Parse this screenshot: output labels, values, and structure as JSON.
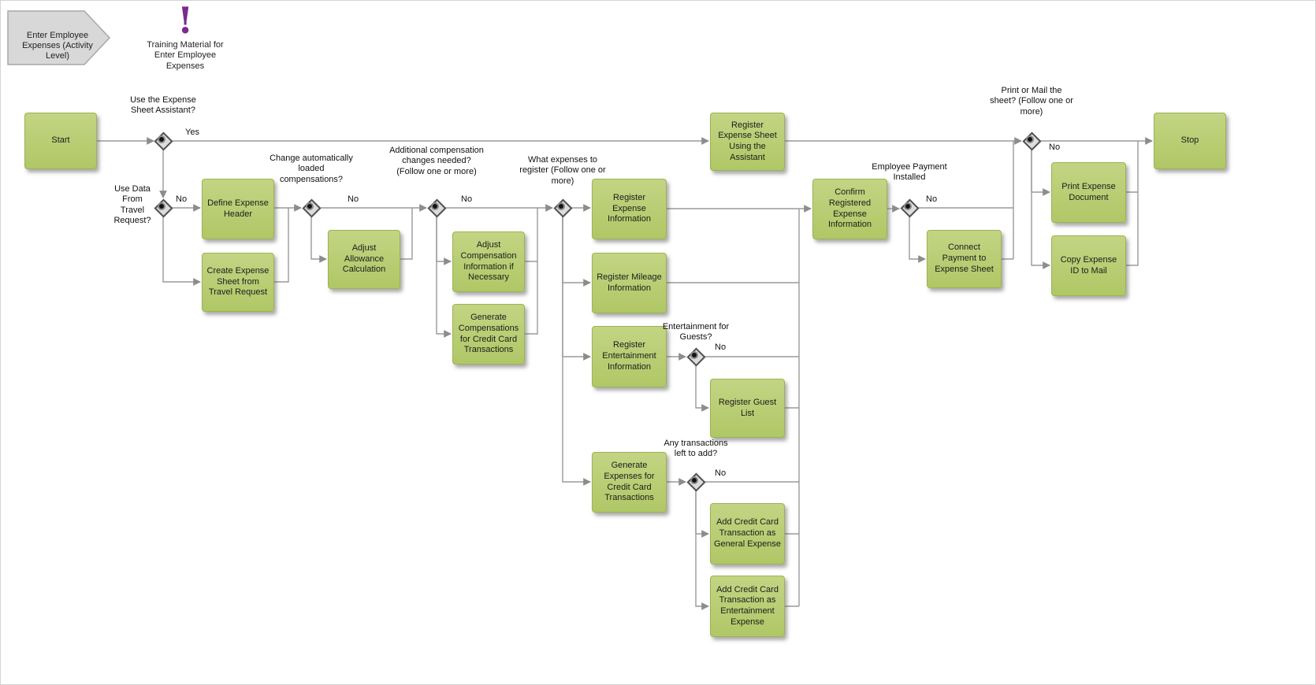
{
  "title_banner": {
    "text": "Enter Employee Expenses (Activity Level)"
  },
  "training": {
    "icon": "!",
    "label": "Training Material for Enter Employee Expenses"
  },
  "colors": {
    "node_fill": "#b6cd70",
    "node_border": "#9cb353",
    "connector": "#9a9a9a",
    "gateway_border": "#4f4f4f",
    "training_accent": "#7c2a8d",
    "banner_fill": "#d8d8d8"
  },
  "nodes": {
    "start": "Start",
    "define_expense_header": "Define Expense Header",
    "create_expense_sheet": "Create Expense Sheet from Travel Request",
    "adjust_allowance": "Adjust Allowance Calculation",
    "adjust_compensation": "Adjust Compensation Information if Necessary",
    "generate_compensations": "Generate Compensations for Credit Card Transactions",
    "register_sheet_assistant": "Register Expense Sheet Using the Assistant",
    "register_expense_info": "Register Expense Information",
    "register_mileage": "Register Mileage Information",
    "register_entertainment": "Register Entertainment Information",
    "register_guest_list": "Register Guest List",
    "generate_expenses_cc": "Generate Expenses for Credit Card Transactions",
    "add_cc_general": "Add Credit Card Transaction as General Expense",
    "add_cc_entertainment": "Add Credit Card Transaction as Entertainment Expense",
    "confirm_registered": "Confirm Registered Expense Information",
    "connect_payment": "Connect Payment to Expense Sheet",
    "print_expense_document": "Print Expense Document",
    "copy_expense_id": "Copy Expense ID to Mail",
    "stop": "Stop"
  },
  "decisions": {
    "use_assistant": {
      "label": "Use the Expense Sheet Assistant?",
      "branch": "Yes"
    },
    "use_travel_data": {
      "label": "Use Data From Travel Request?",
      "branch": "No"
    },
    "change_compensations": {
      "label": "Change automatically loaded compensations?",
      "branch": "No"
    },
    "additional_compensation": {
      "label": "Additional compensation changes needed? (Follow one or more)",
      "branch": "No"
    },
    "what_expenses": {
      "label": "What expenses to register (Follow one or more)"
    },
    "entertainment_guests": {
      "label": "Entertainment for Guests?",
      "branch": "No"
    },
    "transactions_left": {
      "label": "Any transactions left to add?",
      "branch": "No"
    },
    "employee_payment": {
      "label": "Employee Payment Installed",
      "branch": "No"
    },
    "print_or_mail": {
      "label": "Print or Mail the sheet? (Follow one or more)",
      "branch": "No"
    }
  }
}
